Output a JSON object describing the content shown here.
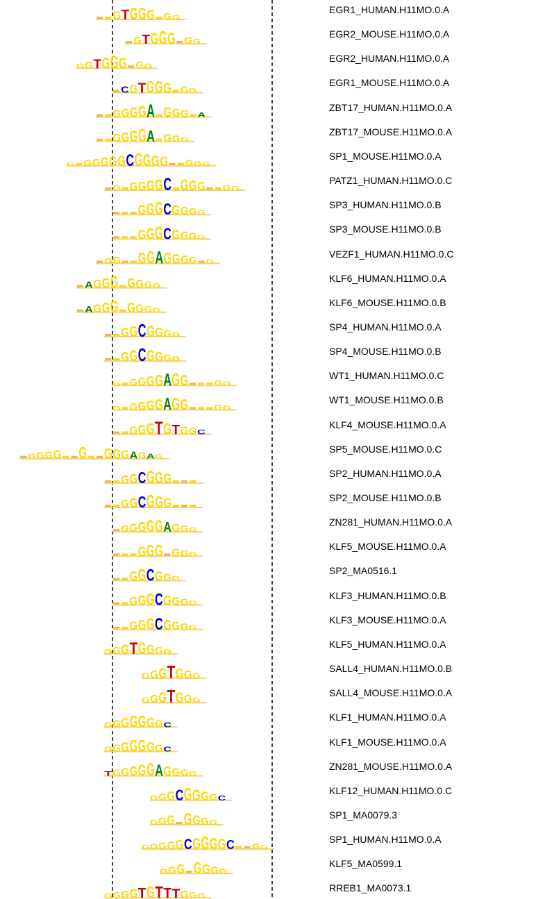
{
  "colors": {
    "G": "#ffd700",
    "C": "#0000cc",
    "A": "#008000",
    "T": "#cc0000",
    "guide": "#000000"
  },
  "motifs": [
    {
      "label": "EGR1_HUMAN.H11MO.0.A",
      "seq": "..GTGGG.GG"
    },
    {
      "label": "EGR2_MOUSE.H11MO.0.A",
      "seq": ".GTGGG.GG"
    },
    {
      "label": "EGR2_HUMAN.H11MO.0.A",
      "seq": "GGTGGG.GG"
    },
    {
      "label": "EGR1_MOUSE.H11MO.0.A",
      "seq": ".CGTGGG.GG"
    },
    {
      "label": "ZBT17_HUMAN.H11MO.0.A",
      "seq": "..GGGGA.GGG.A"
    },
    {
      "label": "ZBT17_MOUSE.H11MO.0.A",
      "seq": "..GGGGA.GGG"
    },
    {
      "label": "SP1_MOUSE.H11MO.0.A",
      "seq": "G.GGGGGCGGGG..GGG"
    },
    {
      "label": "PATZ1_HUMAN.H11MO.0.C",
      "seq": ".G.GGGGC.GGG..GG"
    },
    {
      "label": "SP3_HUMAN.H11MO.0.B",
      "seq": "...GGGCGGGG"
    },
    {
      "label": "SP3_MOUSE.H11MO.0.B",
      "seq": "...GGGCGGGG"
    },
    {
      "label": "VEZF1_HUMAN.H11MO.0.C",
      "seq": ".GG..GGAGGGG.G"
    },
    {
      "label": "KLF6_HUMAN.H11MO.0.A",
      "seq": ".AGGG.GGGG"
    },
    {
      "label": "KLF6_MOUSE.H11MO.0.B",
      "seq": ".AGGG.GGGG"
    },
    {
      "label": "SP4_HUMAN.H11MO.0.A",
      "seq": "..GGCGGGG"
    },
    {
      "label": "SP4_MOUSE.H11MO.0.B",
      "seq": "..GGCGGGG"
    },
    {
      "label": "WT1_HUMAN.H11MO.0.C",
      "seq": "G.GGGGAGG...GG"
    },
    {
      "label": "WT1_MOUSE.H11MO.0.B",
      "seq": "G.GGGGAGG...GG"
    },
    {
      "label": "KLF4_MOUSE.H11MO.0.A",
      "seq": "..GGGTGTGGC"
    },
    {
      "label": "SP5_MOUSE.H11MO.0.C",
      "seq": ".GGGG..G..GGGAGAG"
    },
    {
      "label": "SP2_HUMAN.H11MO.0.A",
      "seq": "..GGCGGG..."
    },
    {
      "label": "SP2_MOUSE.H11MO.0.B",
      "seq": "..GGCGGG..."
    },
    {
      "label": "ZN281_HUMAN.H11MO.0.A",
      "seq": ".GGGGGAGGG"
    },
    {
      "label": "KLF5_MOUSE.H11MO.0.A",
      "seq": "...GGG.GGG"
    },
    {
      "label": "SP2_MA0516.1",
      "seq": "..GGCGGG"
    },
    {
      "label": "KLF3_HUMAN.H11MO.0.B",
      "seq": "..GGGCGGGG"
    },
    {
      "label": "KLF3_MOUSE.H11MO.0.A",
      "seq": "..GGGCGGGG"
    },
    {
      "label": "KLF5_HUMAN.H11MO.0.A",
      "seq": "GGGTGGGG"
    },
    {
      "label": "SALL4_HUMAN.H11MO.0.B",
      "seq": "GGGTGGG"
    },
    {
      "label": "SALL4_MOUSE.H11MO.0.A",
      "seq": "GGGTGGG"
    },
    {
      "label": "KLF1_HUMAN.H11MO.0.A",
      "seq": "GGGGGGGC"
    },
    {
      "label": "KLF1_MOUSE.H11MO.0.A",
      "seq": "GGGGGGGC"
    },
    {
      "label": "ZN281_MOUSE.H11MO.0.A",
      "seq": "TGGGGGAGGGG"
    },
    {
      "label": "KLF12_HUMAN.H11MO.0.C",
      "seq": "GGGCGGGGC"
    },
    {
      "label": "SP1_MA0079.3",
      "seq": "GGG.GGGG"
    },
    {
      "label": "SP1_HUMAN.H11MO.0.A",
      "seq": "GGGGGCGGGGC..GG"
    },
    {
      "label": "KLF5_MA0599.1",
      "seq": "GGG.GGGG"
    },
    {
      "label": "RREB1_MA0073.1",
      "seq": "GGGGTGTTTGGG"
    }
  ]
}
